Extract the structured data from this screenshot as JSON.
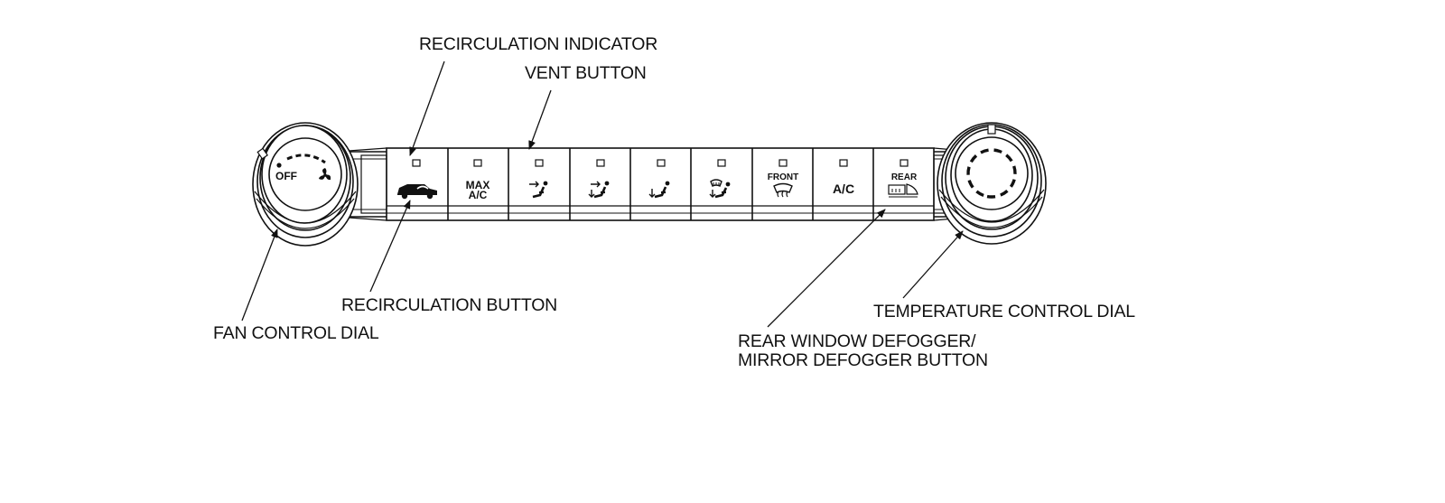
{
  "callouts": {
    "recirculation_indicator": "RECIRCULATION INDICATOR",
    "vent_button": "VENT BUTTON",
    "recirculation_button": "RECIRCULATION BUTTON",
    "fan_control_dial": "FAN CONTROL DIAL",
    "temperature_control_dial": "TEMPERATURE CONTROL DIAL",
    "rear_defogger_line1": "REAR WINDOW DEFOGGER/",
    "rear_defogger_line2": "MIRROR DEFOGGER BUTTON"
  },
  "panel": {
    "fan_off_label": "OFF",
    "max_ac_line1": "MAX",
    "max_ac_line2": "A/C",
    "front_label": "FRONT",
    "ac_label": "A/C",
    "rear_label": "REAR"
  },
  "icons": {
    "recirculation": "car-recirculation-icon",
    "vent": "vent-mode-icon",
    "bilevel": "bilevel-mode-icon",
    "floor": "floor-mode-icon",
    "floor_defrost": "floor-defrost-mode-icon",
    "front_defrost": "front-defrost-icon",
    "rear_defrost": "rear-defrost-mirror-icon",
    "fan": "fan-icon"
  },
  "colors": {
    "line": "#111111",
    "background": "#ffffff"
  }
}
